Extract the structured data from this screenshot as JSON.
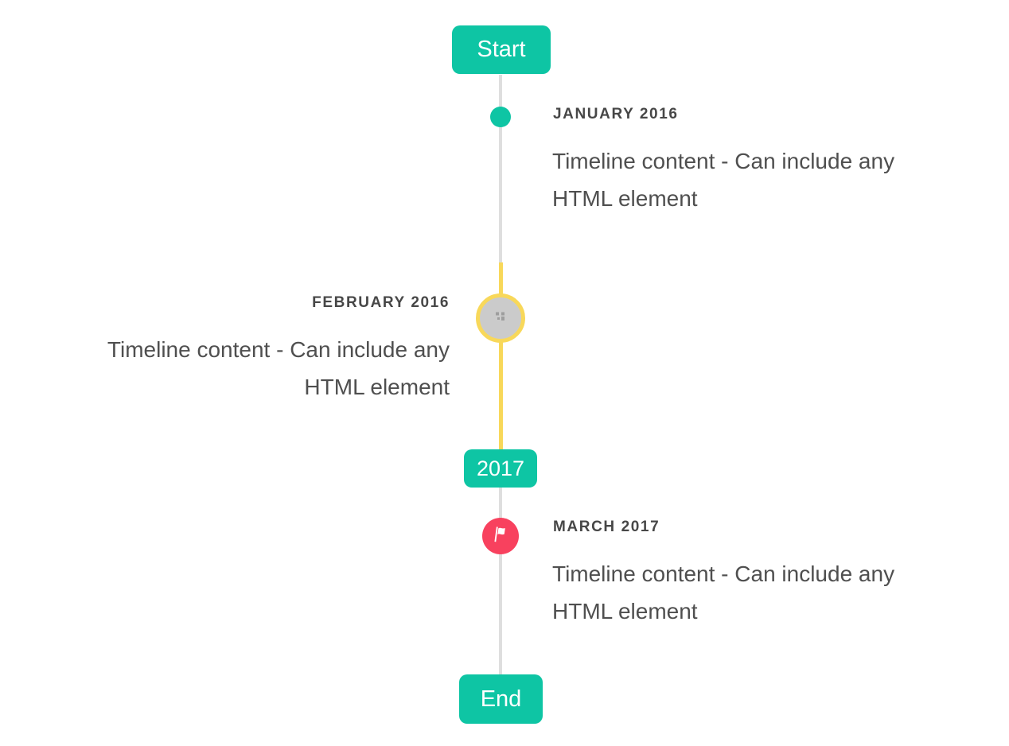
{
  "timeline": {
    "colors": {
      "accent": "#0ec5a4",
      "warning": "#f8d85a",
      "danger": "#f8415e",
      "line": "#dedede",
      "marker_fill": "#cbcbcb",
      "icon_gray": "#9e9e9e",
      "title_color": "#474747",
      "content_color": "#4f4f4f",
      "badge_text": "#ffffff",
      "background": "#ffffff"
    },
    "start_label": "Start",
    "end_label": "End",
    "year_divider": "2017",
    "items": [
      {
        "title": "JANUARY 2016",
        "side": "right",
        "marker": "teal-dot",
        "content_lines": [
          "Timeline content - Can include any",
          "HTML element"
        ]
      },
      {
        "title": "FEBRUARY 2016",
        "side": "left",
        "marker": "gray-circle-with-broken-image-yellow-ring",
        "content_lines": [
          "Timeline content - Can include any",
          "HTML element"
        ]
      },
      {
        "title": "MARCH 2017",
        "side": "right",
        "marker": "red-circle-with-flag",
        "content_lines": [
          "Timeline content - Can include any",
          "HTML element"
        ]
      }
    ]
  }
}
